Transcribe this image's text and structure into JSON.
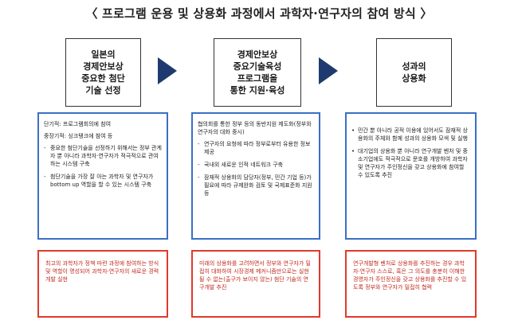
{
  "title": "〈 프로그램 운용 및 상용화 과정에서 과학자·연구자의 참여 방식 〉",
  "stages": [
    {
      "lines": [
        "일본의",
        "경제안보상",
        "중요한 첨단",
        "기술 선정"
      ]
    },
    {
      "lines": [
        "경제안보상",
        "중요기술육성",
        "프로그램을",
        "통한 지원·육성"
      ]
    },
    {
      "lines": [
        "성과의",
        "상용화"
      ]
    }
  ],
  "detail_boxes": [
    {
      "paragraphs": [
        "단기적: 프로그램회의에 참여",
        "중장기적: 싱크탱크에 참여 등"
      ],
      "bullets": [
        "중요한 첨단기술을 선정하기 위해서는 정부 관계자 뿐 아니라 과학자·연구자가 적극적으로 관여하는 시스템 구축",
        "첨단기술을 가장 잘 아는 과학자 및 연구자가 bottom up 역할을 할 수 있는 시스템 구축"
      ]
    },
    {
      "paragraphs": [
        "협의회를 통한 정부 등의 동반지원 제도화(정부와 연구자의 대화 중시)"
      ],
      "bullets": [
        "연구자의 요청에 따라 정부로부터 유용한 정보제공",
        "국내외 새로운 인적 네트워크 구축",
        "잠재적 상용화의 담당자(정부, 민간 기업 등)가 필요에 따라 규제완화 검토 및 국제표준화 지원 등"
      ]
    },
    {
      "paragraphs": [],
      "bullets": [
        "민간 뿐 아니라 공적 이용에 있어서도 잠재적 상용화의 주체와 함께 성과의 상용화 모색 및 실행",
        "대기업의 상용화 뿐 아니라 연구개발 벤처 및 중소기업에도 적극적으로 문호를 개방하여 과학자 및 연구자가 주인정신을 갖고 상용화에 참여할 수 있도록 추진"
      ]
    }
  ],
  "red_boxes": [
    "최고의 과학자가 정책 마련 과정에 참여하는 방식 및 역할이 명성되어 과학자·연구자의 새로운 경력 개발 실현",
    "미래의 상용화를 고려하면서 정부와 연구자가 밀접히 대화하여 시장경제 메커니즘만으로는 실현될 수 없는(출구가 보이지 않는) 첨단 기술의 연구개발 추진",
    "연구개발형 벤처로 상용화를 추진하는 경우 과학자·연구자 스스로, 혹은 그 의도를 충분히 이해한 경영자가 주인정신을 갖고 상용화를 추진할 수 있도록 정부와 연구자가 밀접히 협력"
  ]
}
